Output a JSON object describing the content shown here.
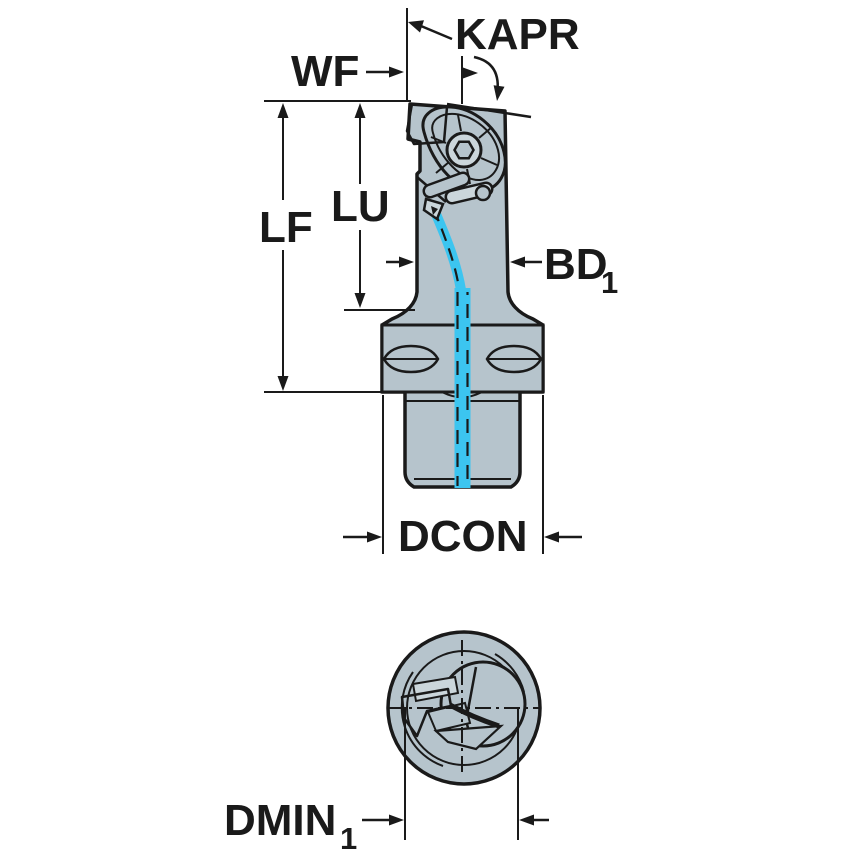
{
  "diagram": {
    "labels": {
      "kapr": "KAPR",
      "wf": "WF",
      "lf": "LF",
      "lu": "LU",
      "bd": "BD",
      "bd_sub": "1",
      "dcon": "DCON",
      "dmin": "DMIN",
      "dmin_sub": "1"
    },
    "colors": {
      "background": "#ffffff",
      "body": "#b6c4cc",
      "body_light": "#cbd6db",
      "insert_yellow": "#f8c300",
      "coolant_cyan": "#3cc5f0",
      "line": "#1a1a1a"
    }
  }
}
